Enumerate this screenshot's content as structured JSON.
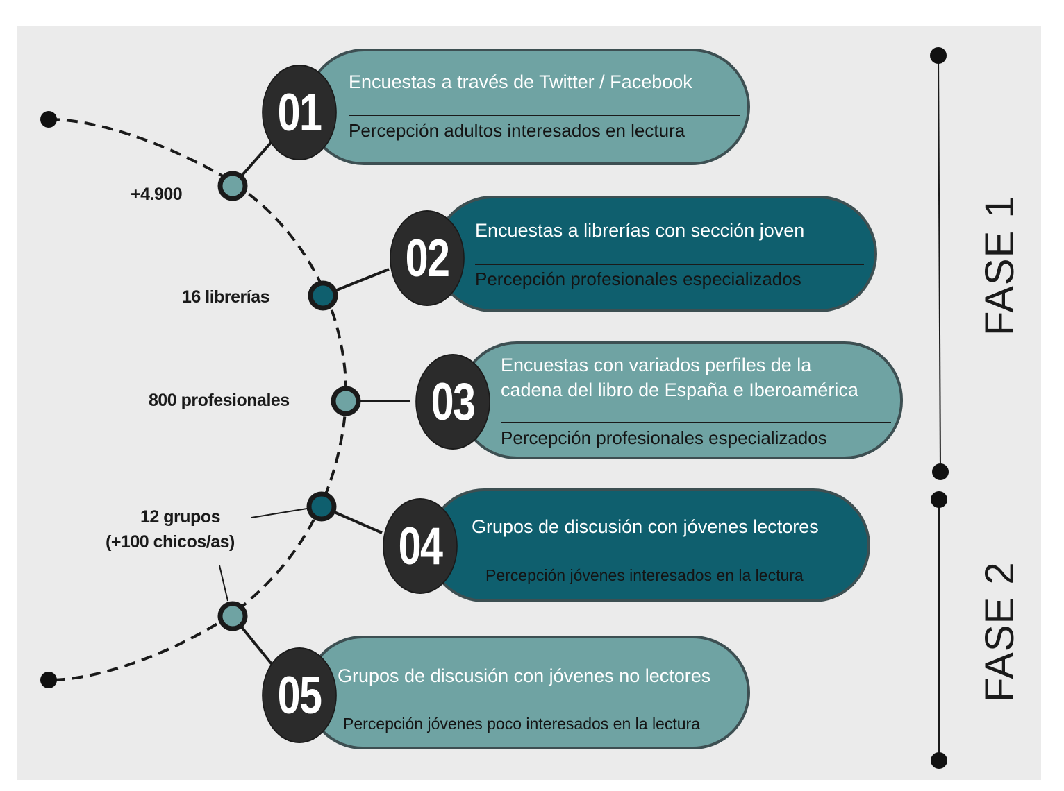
{
  "colors": {
    "teal_light": "#6fa3a3",
    "teal_dark": "#0f5f6e",
    "badge": "#2b2b2b",
    "background": "#ebebeb",
    "line": "#1a1a1a"
  },
  "steps": [
    {
      "number": "01",
      "title_lines": [
        "Encuestas a través de Twitter / Facebook"
      ],
      "subtitle": "Percepción adultos interesados en lectura",
      "tone": "light"
    },
    {
      "number": "02",
      "title_lines": [
        "Encuestas a librerías con sección joven"
      ],
      "subtitle": "Percepción profesionales especializados",
      "tone": "dark"
    },
    {
      "number": "03",
      "title_lines": [
        "Encuestas  con variados perfiles de la",
        "cadena del libro de España e Iberoamérica"
      ],
      "subtitle": "Percepción profesionales especializados",
      "tone": "light"
    },
    {
      "number": "04",
      "title_lines": [
        "Grupos de discusión con jóvenes lectores"
      ],
      "subtitle": "Percepción jóvenes interesados en la lectura",
      "tone": "dark"
    },
    {
      "number": "05",
      "title_lines": [
        "Grupos de discusión con jóvenes no lectores"
      ],
      "subtitle": "Percepción jóvenes poco interesados en la lectura",
      "tone": "light"
    }
  ],
  "node_labels": [
    "+4.900",
    "16 librerías",
    "800 profesionales",
    "12 grupos",
    "(+100 chicos/as)"
  ],
  "phases": [
    "FASE 1",
    "FASE 2"
  ]
}
